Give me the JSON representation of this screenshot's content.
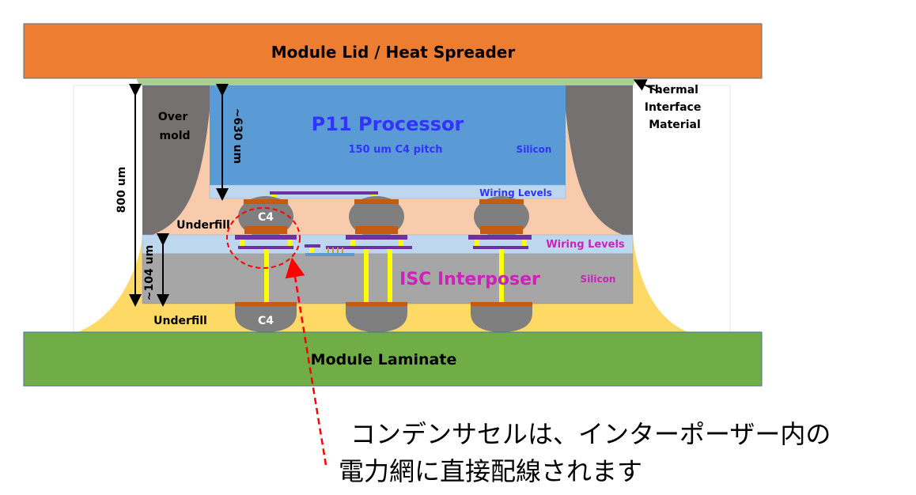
{
  "title": "P11 Processor on ISC Interposer - package cross-section",
  "layers": {
    "lid": {
      "label": "Module Lid / Heat Spreader",
      "color": "#ED7D31"
    },
    "tim": {
      "label_lines": [
        "Thermal",
        "Interface",
        "Material"
      ],
      "color": "#A9D18E"
    },
    "overmold": {
      "label_lines": [
        "Over",
        "mold"
      ],
      "color": "#767171"
    },
    "processor": {
      "title": "P11 Processor",
      "subtitle": "150 um C4 pitch",
      "material": "Silicon",
      "wiring": "Wiring Levels",
      "color": "#5B9BD5",
      "text_color": "#3333FF"
    },
    "interposer": {
      "title": "ISC Interposer",
      "material": "Silicon",
      "wiring": "Wiring Levels",
      "color": "#A6A6A6",
      "text_color": "#CC22BB"
    },
    "wiring_color": "#BDD7EE",
    "underfill_upper": {
      "label": "Underfill",
      "color": "#F8CBAD"
    },
    "underfill_lower": {
      "label": "Underfill",
      "color": "#FFD966"
    },
    "laminate": {
      "label": "Module Laminate",
      "color": "#70AD47"
    }
  },
  "bumps": {
    "upper_label": "C4",
    "lower_label": "C4",
    "solder_color": "#7F7F7F",
    "pad_color": "#C55A11",
    "metal_color": "#7030A0",
    "via_color": "#FFFF00"
  },
  "dimensions": {
    "total": "800 um",
    "processor": "~630 um",
    "interposer": "~104 um"
  },
  "annotation": {
    "color": "#FF0000",
    "lines": [
      "コンデンサセルは、インターポーザー内の",
      "電力網に直接配線されます"
    ]
  }
}
